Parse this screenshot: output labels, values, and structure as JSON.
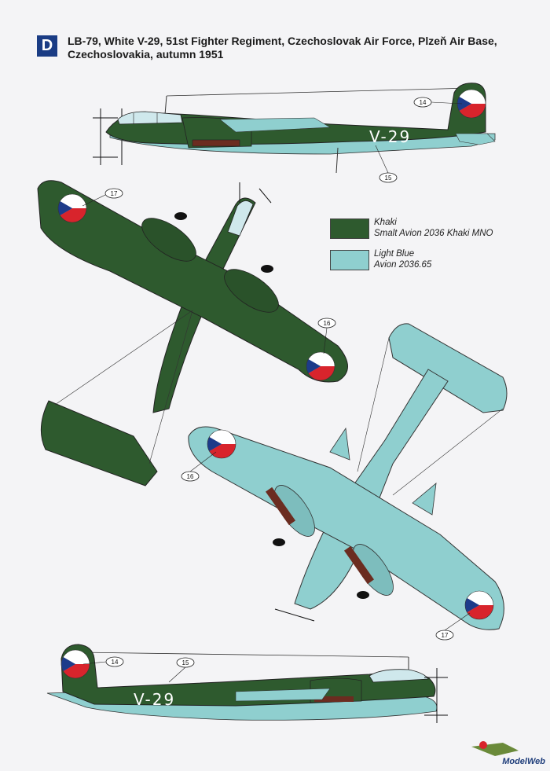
{
  "profile": {
    "letter": "D",
    "title": "LB-79, White V-29, 51st Fighter Regiment, Czechoslovak Air Force, Plzeň Air Base, Czechoslovakia, autumn 1951"
  },
  "legend": {
    "items": [
      {
        "name": "Khaki",
        "product": "Smalt Avion 2036 Khaki MNO",
        "color": "#2e5a2e"
      },
      {
        "name": "Light Blue",
        "product": "Avion 2036.65",
        "color": "#8fcfcf"
      }
    ]
  },
  "markings": {
    "side_code": "V-29",
    "callouts": [
      "14",
      "15",
      "17",
      "16",
      "16",
      "17",
      "14",
      "15"
    ]
  },
  "colors": {
    "khaki": "#2e5a2e",
    "light_blue": "#8fcfcf",
    "roundel_blue": "#1d3b8a",
    "roundel_red": "#d8242c"
  },
  "watermark": "ModelWeb"
}
